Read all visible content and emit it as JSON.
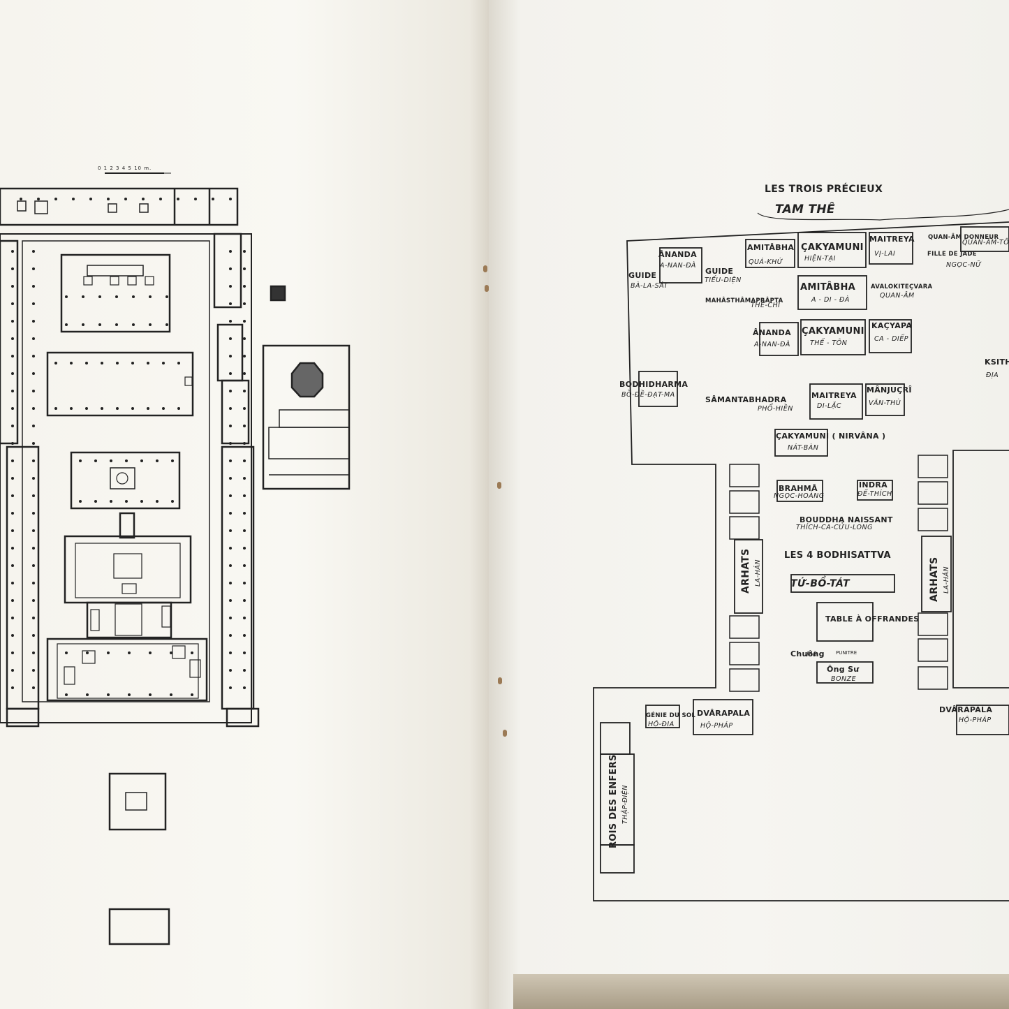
{
  "left_plan": {
    "scale_bar": "0 1 2 3 4 5   10 m."
  },
  "right_plan": {
    "header": {
      "title": "LES TROIS PRÉCIEUX",
      "subtitle": "TAM THÊ"
    },
    "altar_rows": [
      {
        "main": "ÂNANDA",
        "sub": "A-NAN-ĐÀ"
      },
      {
        "main": "AMITÂBHA",
        "sub": "QUÁ-KHỨ"
      },
      {
        "main": "ÇAKYAMUNI",
        "sub": "HIỆN-TẠI"
      },
      {
        "main": "MAITREYA",
        "sub": "VỊ-LAI"
      },
      {
        "main": "QUAN-ÂM DONNEUR",
        "sub": "QUAN-ÂM-TÔN"
      },
      {
        "main": "FILLE DE JADE",
        "sub": "NGỌC-NỮ"
      },
      {
        "main": "GUIDE",
        "sub": "BÀ-LA-SÁT"
      },
      {
        "main": "GUIDE",
        "sub": "TIẾU-DIỆN"
      },
      {
        "main": "MAHÂSTHÂMAPRÂPTA",
        "sub": "THẾ-CHÍ"
      },
      {
        "main": "AMITÂBHA",
        "sub": "A - DI - ĐÀ"
      },
      {
        "main": "AVALOKITEÇVARA",
        "sub": "QUAN-ÂM"
      },
      {
        "main": "ÂNANDA",
        "sub": "A-NAN-ĐÀ"
      },
      {
        "main": "ÇAKYAMUNI",
        "sub": "THẾ - TÔN"
      },
      {
        "main": "KAÇYAPA",
        "sub": "CA - DIẾP"
      },
      {
        "main": "KSITH",
        "sub": "ĐỊA"
      },
      {
        "main": "BODHIDHARMA",
        "sub": "BỒ-ĐỀ-ĐẠT-MA"
      },
      {
        "main": "SÂMANTABHADRA",
        "sub": "PHỔ-HIỀN"
      },
      {
        "main": "MAITREYA",
        "sub": "DI-LẶC"
      },
      {
        "main": "MÂNJUÇRÎ",
        "sub": "VĂN-THÙ"
      },
      {
        "main": "ÇAKYAMUNI ( NIRVÂNA )",
        "sub": "NÁT-BÀN"
      },
      {
        "main": "BRAHMÂ",
        "sub": "NGỌC-HOÀNG"
      },
      {
        "main": "INDRA",
        "sub": "ĐẾ-THÍCH"
      },
      {
        "main": "BOUDDHA NAISSANT",
        "sub": "THÍCH-CA-CỬU-LONG"
      },
      {
        "main": "LES 4 BODHISATTVA",
        "sub": "TỨ-BỒ-TÁT"
      },
      {
        "main": "ARHATS",
        "sub": "LA-HÁN"
      },
      {
        "main": "ARHATS",
        "sub": "LA-HÁN"
      },
      {
        "main": "TABLE À OFFRANDES",
        "sub": ""
      },
      {
        "main": "Chuông",
        "sub": "Mõ"
      },
      {
        "main": "Ông Sư",
        "sub": "BONZE"
      },
      {
        "main": "GÉNIE DU SOL",
        "sub": "HỘ-ĐỊA"
      },
      {
        "main": "DVÂRAPALA",
        "sub": "HỘ-PHÁP"
      },
      {
        "main": "DVÂRAPALA",
        "sub": "HỘ-PHÁP"
      },
      {
        "main": "ROIS DES ENFERS",
        "sub": "THẬP-ĐIỆN"
      }
    ],
    "extra_labels": [
      "PUNITRE"
    ]
  },
  "colors": {
    "ink": "#222222",
    "paper": "#f7f6f1",
    "binding": "#9b7a55"
  }
}
